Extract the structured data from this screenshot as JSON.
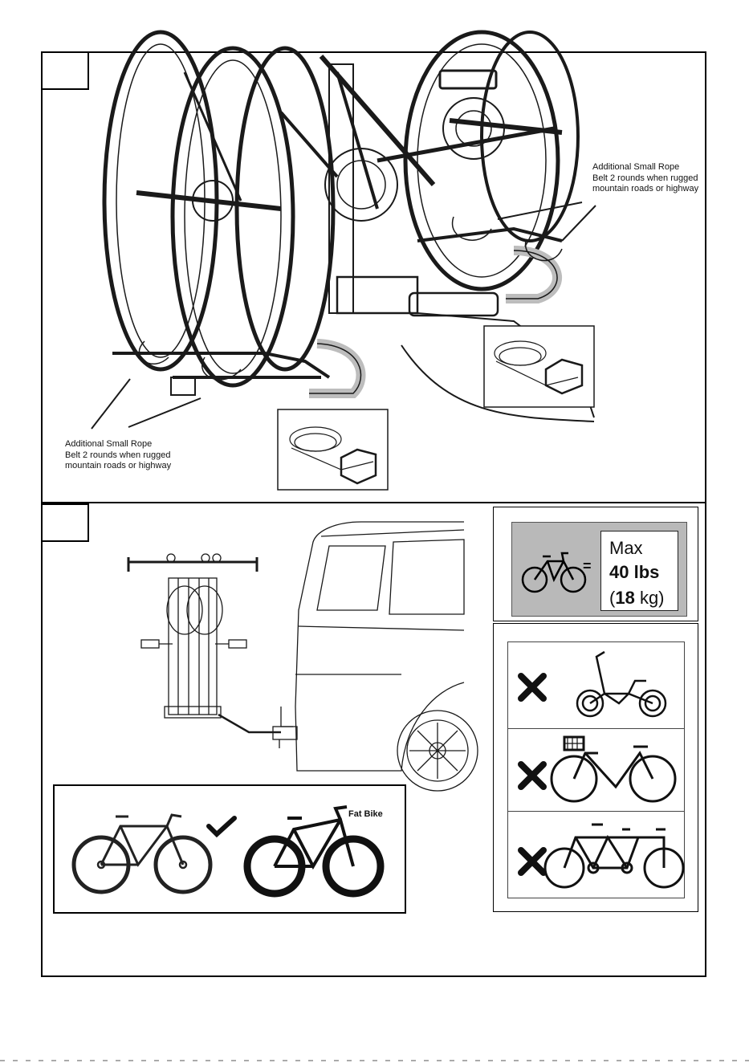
{
  "notes": {
    "right": [
      "Additional Small Rope",
      "Belt 2 rounds when rugged",
      "mountain roads or highway"
    ],
    "left": [
      "Additional Small Rope",
      "Belt 2 rounds when rugged",
      "mountain roads or highway"
    ]
  },
  "capacity": {
    "line1": "Max",
    "line2": "40 lbs",
    "line3_open": "(",
    "line3_num": "18",
    "line3_unit": "kg)",
    "equals": "="
  },
  "bike_types": {
    "fat_bike_label": "Fat Bike",
    "approved_mark": "check-mark-icon",
    "rejected": [
      {
        "kind": "folding-bike-icon",
        "mark": "x-mark-icon"
      },
      {
        "kind": "city-bike-with-basket-icon",
        "mark": "x-mark-icon"
      },
      {
        "kind": "tandem-bike-icon",
        "mark": "x-mark-icon"
      }
    ]
  },
  "colors": {
    "line": "#1a1a1a",
    "panel_gray": "#b9b9b9"
  }
}
